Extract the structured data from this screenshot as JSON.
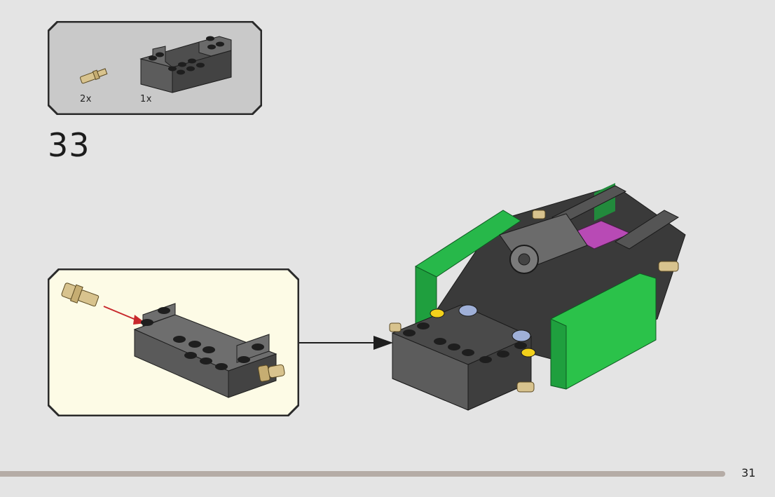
{
  "parts_list": {
    "items": [
      {
        "name": "tan-axle-pin",
        "quantity": "2x"
      },
      {
        "name": "dark-gray-bracket-brick",
        "quantity": "1x"
      }
    ]
  },
  "step": {
    "number": "33"
  },
  "page": {
    "number": "31"
  },
  "colors": {
    "background": "#e4e4e4",
    "parts_box_fill": "#c8c8c8",
    "subassembly_fill": "#fdfbe6",
    "frame": "#2a2a2a",
    "brick_dark_gray": "#5a5a5a",
    "pin_tan": "#d8c38e",
    "green_panel": "#2bc24a",
    "magenta_plate": "#b84ab5",
    "yellow": "#f3d11b",
    "footer_bar": "#b5aca6"
  }
}
